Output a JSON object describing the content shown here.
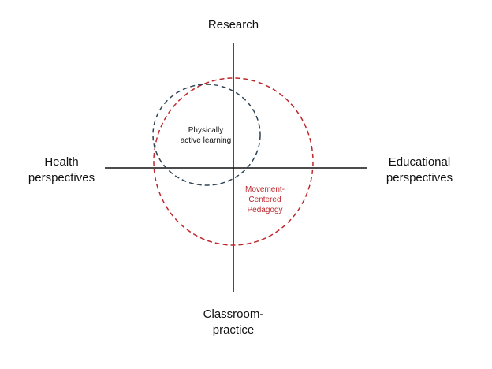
{
  "axes": {
    "top_label": "Research",
    "bottom_label_lines": [
      "Classroom-",
      "practice"
    ],
    "left_label_lines": [
      "Health",
      "perspectives"
    ],
    "right_label_lines": [
      "Educational",
      "perspectives"
    ]
  },
  "circles": {
    "physically_active_learning": {
      "label_lines": [
        "Physically",
        "active learning"
      ],
      "color": "#2f4454"
    },
    "movement_centered_pedagogy": {
      "label_lines": [
        "Movement-",
        "Centered",
        "Pedagogy"
      ],
      "color": "#c0282d"
    }
  },
  "colors": {
    "axis": "#111111",
    "background": "#ffffff"
  }
}
